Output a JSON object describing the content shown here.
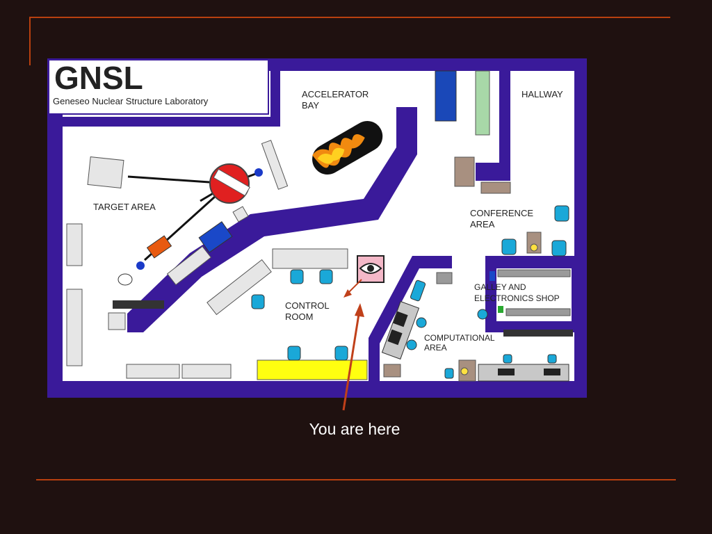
{
  "logo": {
    "title": "GNSL",
    "subtitle": "Geneseo Nuclear Structure Laboratory"
  },
  "areas": {
    "accelerator_line1": "ACCELERATOR",
    "accelerator_line2": "BAY",
    "hallway": "HALLWAY",
    "target": "TARGET AREA",
    "conference_line1": "CONFERENCE",
    "conference_line2": "AREA",
    "galley_line1": "GALLEY AND",
    "galley_line2": "ELECTRONICS SHOP",
    "control_line1": "CONTROL",
    "control_line2": "ROOM",
    "computational_line1": "COMPUTATIONAL",
    "computational_line2": "AREA"
  },
  "marker": {
    "icon": "eye-icon"
  },
  "caption": "You are here",
  "colors": {
    "background": "#1f1110",
    "rule": "#b8400f",
    "wall": "#3a1a9a",
    "floor": "#ffffff",
    "arrow": "#c0401a",
    "console": "#1aa8d8",
    "marker_fill": "#f4b8c8"
  }
}
